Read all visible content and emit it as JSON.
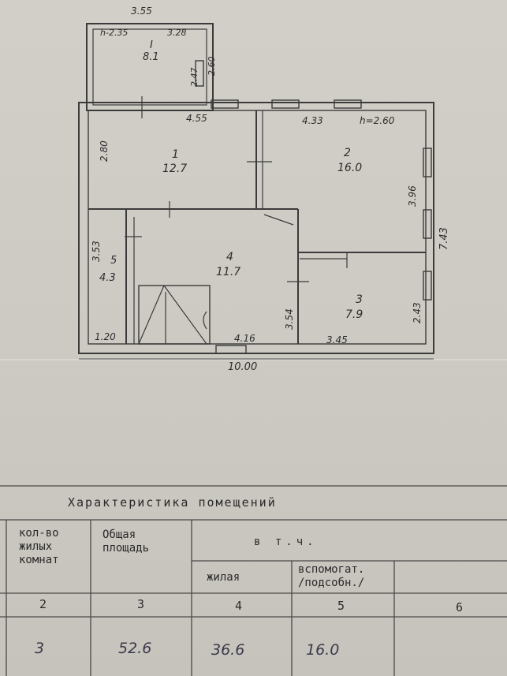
{
  "plan": {
    "rooms": [
      {
        "number": "1",
        "area": "12.7"
      },
      {
        "number": "2",
        "area": "16.0"
      },
      {
        "number": "3",
        "area": "7.9"
      },
      {
        "number": "4",
        "area": "11.7"
      },
      {
        "number": "5",
        "area": "4.3"
      },
      {
        "number": "I",
        "area": "8.1"
      }
    ],
    "dims": {
      "veranda_width": "3.55",
      "veranda_h": "h-2.35",
      "veranda_inner": "3.28",
      "veranda_side": "2.60",
      "veranda_side2": "2.47",
      "room1_width": "4.55",
      "room1_height": "2.80",
      "room2_width": "4.33",
      "room2_h": "h=2.60",
      "room2_height": "3.96",
      "right_total": "7.43",
      "room5_height": "3.53",
      "room5_width": "1.20",
      "room4_width": "4.16",
      "room4_height": "3.54",
      "room3_width": "3.45",
      "room3_height": "2.43",
      "total_width": "10.00"
    }
  },
  "table": {
    "title": "Характеристика помещений",
    "col2_header": [
      "кол-во",
      "жилых",
      "комнат"
    ],
    "col3_header": [
      "Общая",
      "площадь"
    ],
    "group_header": "в т.ч.",
    "col4_header": "жилая",
    "col5_header": [
      "вспомогат.",
      "/подсобн./"
    ],
    "col_numbers": [
      "2",
      "3",
      "4",
      "5",
      "6"
    ],
    "values": [
      "3",
      "52.6",
      "36.6",
      "16.0"
    ]
  }
}
